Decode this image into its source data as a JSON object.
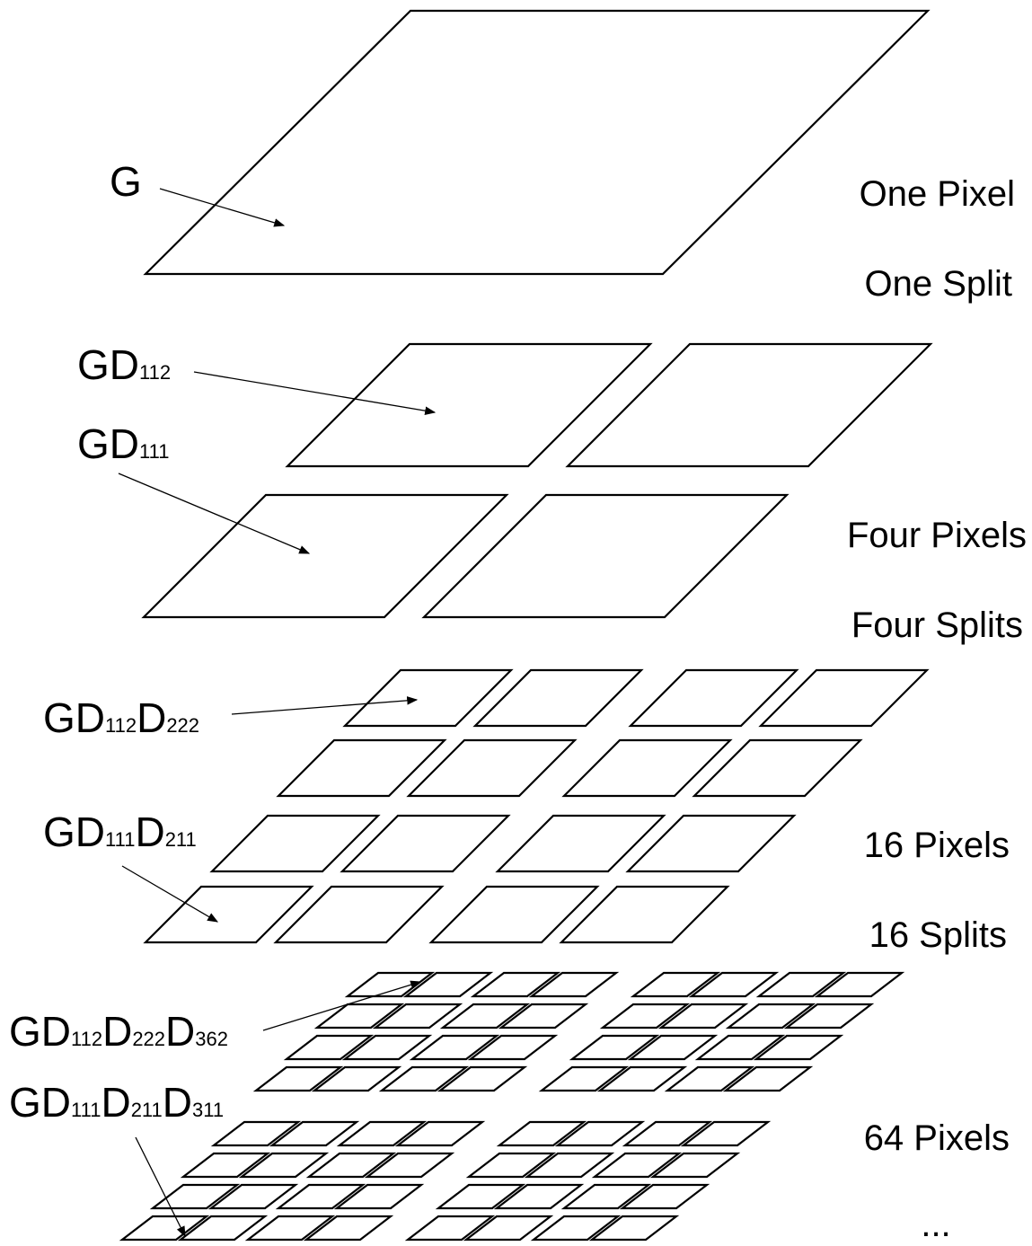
{
  "diagram": {
    "level_labels": {
      "one_pixel": "One Pixel",
      "one_split": "One Split",
      "four_pixels": "Four Pixels",
      "four_splits": "Four Splits",
      "sixteen_pixels": "16 Pixels",
      "sixteen_splits": "16 Splits",
      "sixtyfour_pixels": "64 Pixels",
      "ellipsis": "..."
    },
    "callouts": {
      "g": {
        "parts": [
          {
            "text": "G",
            "sub": false
          }
        ]
      },
      "gd112": {
        "parts": [
          {
            "text": "GD",
            "sub": false
          },
          {
            "text": "112",
            "sub": true
          }
        ]
      },
      "gd111": {
        "parts": [
          {
            "text": "GD",
            "sub": false
          },
          {
            "text": "111",
            "sub": true
          }
        ]
      },
      "gd112d222": {
        "parts": [
          {
            "text": "GD",
            "sub": false
          },
          {
            "text": "112",
            "sub": true
          },
          {
            "text": "D",
            "sub": false
          },
          {
            "text": "222",
            "sub": true
          }
        ]
      },
      "gd111d211": {
        "parts": [
          {
            "text": "GD",
            "sub": false
          },
          {
            "text": "111",
            "sub": true
          },
          {
            "text": "D",
            "sub": false
          },
          {
            "text": "211",
            "sub": true
          }
        ]
      },
      "gd112d222d362": {
        "parts": [
          {
            "text": "GD",
            "sub": false
          },
          {
            "text": "112",
            "sub": true
          },
          {
            "text": "D",
            "sub": false
          },
          {
            "text": "222",
            "sub": true
          },
          {
            "text": "D",
            "sub": false
          },
          {
            "text": "362",
            "sub": true
          }
        ]
      },
      "gd111d211d311": {
        "parts": [
          {
            "text": "GD",
            "sub": false
          },
          {
            "text": "111",
            "sub": true
          },
          {
            "text": "D",
            "sub": false
          },
          {
            "text": "211",
            "sub": true
          },
          {
            "text": "D",
            "sub": false
          },
          {
            "text": "311",
            "sub": true
          }
        ]
      }
    },
    "levels": [
      {
        "pixels": 1
      },
      {
        "pixels": 4
      },
      {
        "pixels": 16
      },
      {
        "pixels": 64
      }
    ]
  }
}
